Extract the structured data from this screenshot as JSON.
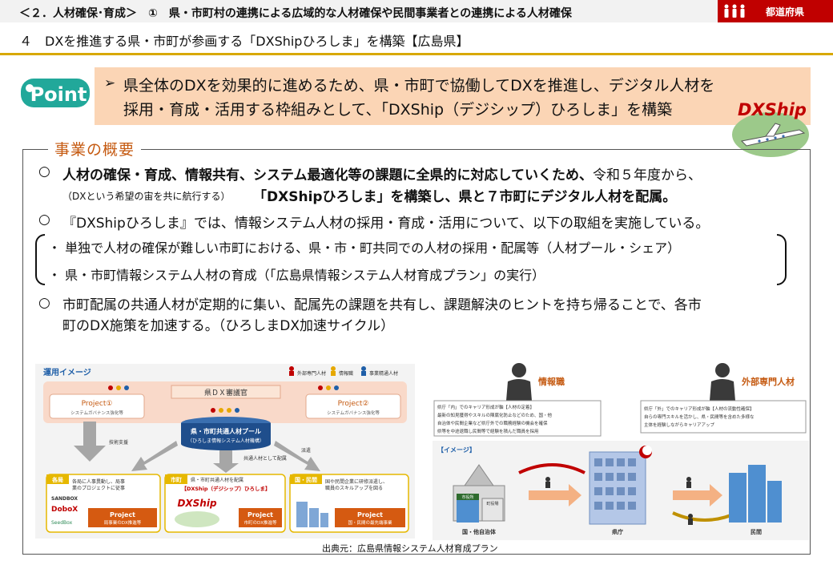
{
  "header": {
    "breadcrumb": "＜２．人材確保･育成＞　①　県・市町村の連携による広域的な人材確保や民間事業者との連携による人材確保",
    "badge_label": "都道府県"
  },
  "title": "４　DXを推進する県・市町が参画する「DXShipひろしま」を構築【広島県】",
  "point": {
    "logo_text": "Point",
    "arrow": "➢",
    "line1": "県全体のDXを効果的に進めるため、県・市町で協働してDXを推進し、デジタル人材を",
    "line2": "採用・育成・活用する枠組みとして、「DXShip（デジシップ）ひろしま」を構築"
  },
  "dx_logo_text": "DXShip",
  "overview": {
    "title": "事業の概要",
    "bullet": "○",
    "item1_bold": "人材の確保・育成、情報共有、システム最適化等の課題に全県的に対応していくため、",
    "item1_normal": "令和５年度から、",
    "item1_small": "（DXという希望の宙を共に航行する）",
    "item1_bold2": "「DXShipひろしま」を構築し、県と７市町にデジタル人材を配属。",
    "item2": "『DXShipひろしま』では、情報システム人材の採用・育成・活用について、以下の取組を実施している。",
    "sub_bullet": "・",
    "sub1": "単独で人材の確保が難しい市町における、県・市・町共同での人材の採用・配属等（人材プール・シェア）",
    "sub2": "県・市町情報システム人材の育成（「広島県情報システム人材育成プラン」の実行）",
    "item3_line1": "市町配属の共通人材が定期的に集い、配属先の課題を共有し、課題解決のヒントを持ち帰ることで、各市",
    "item3_line2": "町のDX施策を加速する。（ひろしまDX加速サイクル）"
  },
  "diagram_left": {
    "title": "運用イメージ",
    "legend": [
      "外部専門人材",
      "情報職",
      "事業精通人材"
    ],
    "council": "県ＤＸ審議官",
    "project1": "Project①",
    "project1_sub": "システムガバナンス強化等",
    "project2": "Project②",
    "project2_sub": "システムガバナンス強化等",
    "pool_title": "県・市町共通人材プール",
    "pool_sub": "（ひろしま情報システム人材機構）",
    "tech_support": "技術支援",
    "shared_placement": "共通人材として配属",
    "dispatch": "派遣",
    "box_dept": "各局",
    "box_dept_text1": "各局に人事異動し、局事",
    "box_dept_text2": "業のプロジェクトに従事",
    "sandbox": "SANDBOX",
    "dobox": "DoboX",
    "seedbox": "SeedBox",
    "box_dept_project": "Project",
    "box_dept_project_sub": "局事業のDX推進等",
    "box_city": "市町",
    "box_city_text": "県・市町共通人材を配属",
    "box_city_name": "【DXShip（デジシップ）ひろしま】",
    "box_city_project": "Project",
    "box_city_project_sub": "市町のDX推進等",
    "box_gov": "国・民間",
    "box_gov_text1": "国や民間企業に研修派遣し、",
    "box_gov_text2": "職員のスキルアップを図る",
    "box_gov_project": "Project",
    "box_gov_project_sub": "国・民間の最先端事業"
  },
  "diagram_right": {
    "info_role": "情報職",
    "external_role": "外部専門人材",
    "info_notes": [
      "県庁「内」でのキャリア形成が軸【人材の定着】",
      "最新の知見獲得やスキルの陳腐化防止などのため、国・他",
      "自治体や民間企業など県庁外での職務経験の機会を確保",
      "県等を中途退職し民間等で経験を積んだ職員を採用"
    ],
    "external_notes": [
      "県庁「外」でのキャリア形成が軸【人材の流動性確保】",
      "自らの専門スキルを活かし、県・民間等を含めた多様な",
      "主体を経験しながらキャリアアップ"
    ],
    "image_label": "【イメージ】",
    "city_office": "市役所",
    "town_office": "町役場",
    "gov_label": "国・他自治体",
    "pref_label": "県庁",
    "private_label": "民間"
  },
  "source": "出典元：広島県情報システム人材育成プラン"
}
